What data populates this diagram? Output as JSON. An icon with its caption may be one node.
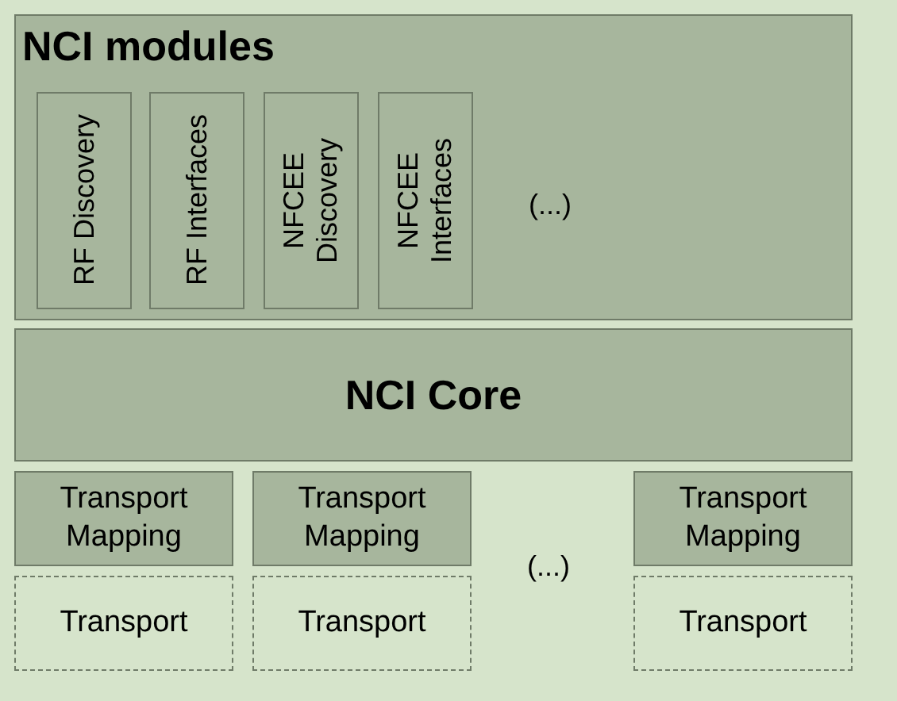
{
  "diagram": {
    "nodes": [
      {
        "text": [
          "NCI modules"
        ]
      },
      {
        "text": [
          "RF Discovery"
        ],
        "in": 0
      },
      {
        "text": [
          "RF Interfaces"
        ],
        "in": 0
      },
      {
        "text": [
          "NFCEE Discovery"
        ],
        "in": 0
      },
      {
        "text": [
          "NFCEE Interfaces"
        ],
        "in": 0
      },
      {
        "text": [
          "NCI Core"
        ]
      },
      {
        "text": [
          "Transport Mapping"
        ]
      },
      {
        "text": [
          "Transport Mapping"
        ]
      },
      {
        "text": [
          "Transport Mapping"
        ]
      },
      {
        "text": [
          "Transport"
        ]
      },
      {
        "text": [
          "Transport"
        ]
      },
      {
        "text": [
          "Transport"
        ]
      }
    ],
    "edges": [],
    "labels": [
      "(...)",
      "(...)"
    ]
  }
}
